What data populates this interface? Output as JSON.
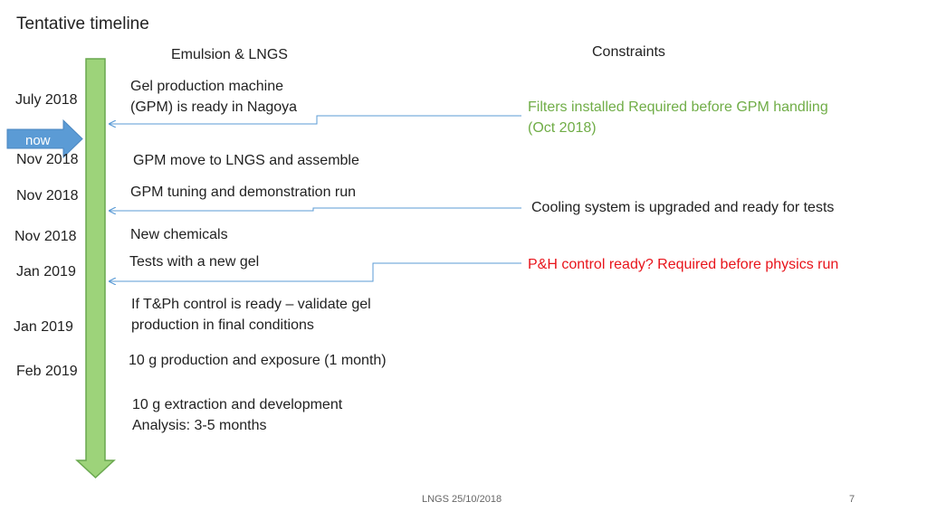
{
  "title": "Tentative timeline",
  "headers": {
    "left": "Emulsion & LNGS",
    "right": "Constraints"
  },
  "dates": [
    "July 2018",
    "Nov 2018",
    "Nov 2018",
    "Nov 2018",
    "Jan 2019",
    "Jan 2019",
    "Feb 2019"
  ],
  "now_label": "now",
  "events": [
    [
      "Gel production machine",
      "(GPM) is ready in Nagoya"
    ],
    [
      "GPM move to LNGS and assemble"
    ],
    [
      "GPM tuning and demonstration run"
    ],
    [
      "New chemicals"
    ],
    [
      "Tests with a new gel"
    ],
    [
      "If T&Ph control is ready – validate gel",
      "production in final conditions"
    ],
    [
      "10 g production and exposure (1 month)"
    ],
    [
      "10 g extraction and development",
      "Analysis: 3-5 months"
    ]
  ],
  "constraints": [
    {
      "lines": [
        "Filters installed Required before GPM handling",
        "(Oct 2018)"
      ],
      "color": "#70ad47"
    },
    {
      "lines": [
        "Cooling system is upgraded and ready for tests"
      ],
      "color": "#222222"
    },
    {
      "lines": [
        "P&H control ready? Required before physics run"
      ],
      "color": "#e8141b"
    }
  ],
  "footer": {
    "center": "LNGS 25/10/2018",
    "page": "7"
  },
  "colors": {
    "timeline_fill": "#9dd37a",
    "timeline_stroke": "#6aa84f",
    "now_fill": "#5b9bd5",
    "connector": "#5b9bd5"
  }
}
